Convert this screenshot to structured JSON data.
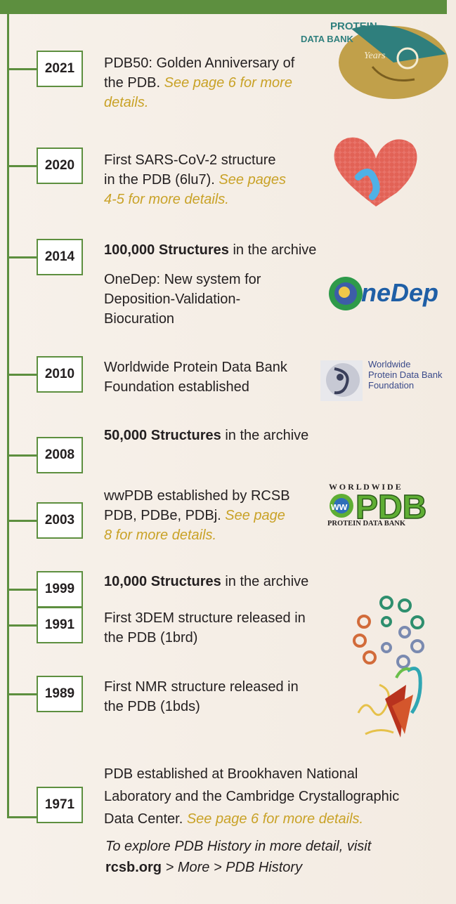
{
  "timeline": [
    {
      "year": "2021",
      "lines": [
        {
          "t": "PDB50: Golden Anniversary of"
        },
        {
          "t": "the PDB. ",
          "ref": "See page 6 for more"
        },
        {
          "ref": "details."
        }
      ]
    },
    {
      "year": "2020",
      "lines": [
        {
          "t": "First SARS-CoV-2 structure"
        },
        {
          "t": "in the PDB (6lu7). ",
          "ref": "See pages"
        },
        {
          "ref": "4-5 for more details."
        }
      ]
    },
    {
      "year": "2014",
      "bold": "100,000 Structures",
      "after": " in the archive",
      "lines": [
        {
          "t": "OneDep: New system for"
        },
        {
          "t": "Deposition-Validation-"
        },
        {
          "t": "Biocuration"
        }
      ]
    },
    {
      "year": "2010",
      "lines": [
        {
          "t": "Worldwide Protein Data Bank"
        },
        {
          "t": "Foundation established"
        }
      ]
    },
    {
      "year": "2008",
      "bold": "50,000 Structures",
      "after": " in the archive"
    },
    {
      "year": "2003",
      "lines": [
        {
          "t": "wwPDB established by RCSB"
        },
        {
          "t": "PDB, PDBe, PDBj. ",
          "ref": "See page"
        },
        {
          "ref": "8 for more details."
        }
      ]
    },
    {
      "year": "1999",
      "bold": "10,000 Structures",
      "after": " in the archive"
    },
    {
      "year": "1991",
      "lines": [
        {
          "t": "First 3DEM structure released in"
        },
        {
          "t": "the PDB (1brd)"
        }
      ]
    },
    {
      "year": "1989",
      "lines": [
        {
          "t": "First NMR structure released in"
        },
        {
          "t": "the PDB (1bds)"
        }
      ]
    },
    {
      "year": "1971",
      "lines": [
        {
          "t": "PDB established at Brookhaven National"
        },
        {
          "t": "Laboratory and the Cambridge Crystallographic"
        },
        {
          "t": "Data Center. ",
          "ref": "See page 6 for more details."
        }
      ]
    }
  ],
  "logos": {
    "pdb50_line1": "PROTEIN",
    "pdb50_line2": "DATA BANK",
    "pdb50_years": "Years",
    "onedep": "neDep",
    "wwpdbf_line1": "Worldwide",
    "wwpdbf_line2": "Protein Data Bank",
    "wwpdbf_line3": "Foundation",
    "wwpdb_top": "W O R L D W I D E",
    "wwpdb_main": "PDB",
    "wwpdb_ww": "ww",
    "wwpdb_bottom": "PROTEIN DATA BANK"
  },
  "note": {
    "text": "To explore PDB History in more detail, visit",
    "link": "rcsb.org",
    "path": " > More > PDB History"
  },
  "colors": {
    "green": "#5d8f3f",
    "gold": "#c9a227"
  }
}
